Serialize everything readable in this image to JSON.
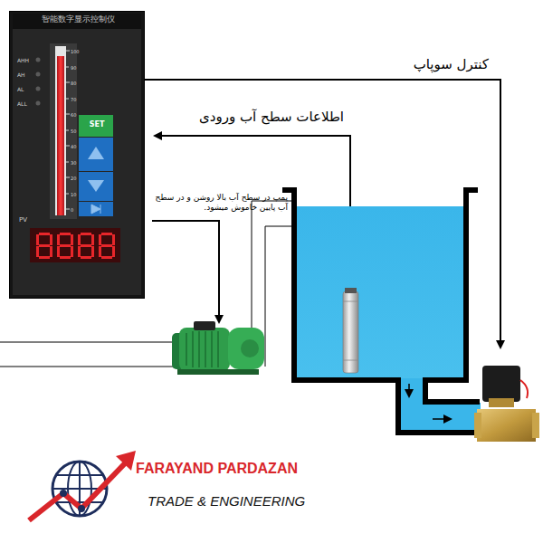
{
  "diagram": {
    "nodes": [
      {
        "text": [
          "智能数字显示控制仪",
          "AHH",
          "AH",
          "AL",
          "ALL",
          "100",
          "90",
          "80",
          "70",
          "60",
          "50",
          "40",
          "30",
          "20",
          "10",
          "0",
          "SET",
          "PV"
        ]
      }
    ],
    "labels": [
      "کنترل سوپاپ",
      "اطلاعات سطح آب ورودی",
      "پمپ در سطح آب بالا روشن و در سطح آب پایین خاموش میشود.",
      "FARAYAND PARDAZAN",
      "TRADE & ENGINEERING"
    ]
  }
}
